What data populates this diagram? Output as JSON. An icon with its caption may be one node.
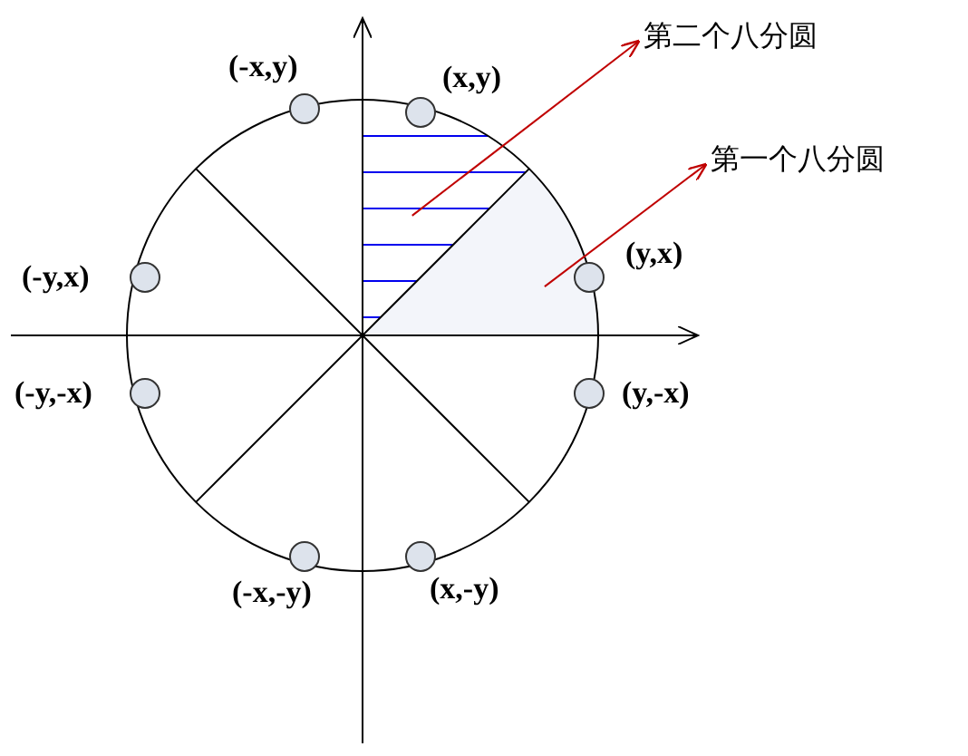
{
  "diagram": {
    "nodes": [
      {
        "text": [],
        "shape": "circle",
        "beside": [
          "(-x,y)"
        ]
      },
      {
        "text": [],
        "shape": "circle",
        "beside": [
          "(x,y)"
        ]
      },
      {
        "text": [],
        "shape": "circle",
        "beside": [
          "(-y,x)"
        ]
      },
      {
        "text": [],
        "shape": "circle",
        "beside": [
          "(y,x)"
        ]
      },
      {
        "text": [],
        "shape": "circle",
        "beside": [
          "(-y,-x)"
        ]
      },
      {
        "text": [],
        "shape": "circle",
        "beside": [
          "(y,-x)"
        ]
      },
      {
        "text": [],
        "shape": "circle",
        "beside": [
          "(-x,-y)"
        ]
      },
      {
        "text": [],
        "shape": "circle",
        "beside": [
          "(x,-y)"
        ]
      },
      {
        "text": [
          "第二个八分圆"
        ]
      },
      {
        "text": [
          "第一个八分圆"
        ]
      },
      {
        "text": [],
        "shape": "sector"
      },
      {
        "text": [],
        "shape": "sector"
      }
    ],
    "edges": [
      {
        "from": 10,
        "to": 8,
        "arrow": "to"
      },
      {
        "from": 11,
        "to": 9,
        "arrow": "to"
      }
    ]
  }
}
